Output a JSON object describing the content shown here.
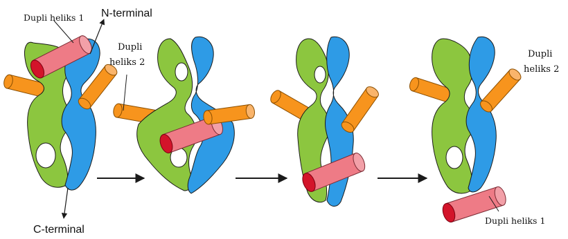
{
  "labels": {
    "helix1_top": "Dupli heliks 1",
    "n_terminal": "N-terminal",
    "helix2_a_line1": "Dupli",
    "helix2_a_line2": "heliks 2",
    "c_terminal": "C-terminal",
    "helix2_b_line1": "Dupli",
    "helix2_b_line2": "heliks 2",
    "helix1_bottom": "Dupli heliks 1"
  },
  "colors": {
    "green_subunit": "#8cc63f",
    "blue_subunit": "#2e9be6",
    "orange_helix": "#f7941d",
    "pink_helix": "#ee7b86",
    "red_helix_end": "#d3142a",
    "outline": "#1a1a1a",
    "arrow": "#1a1a1a",
    "background": "#ffffff"
  },
  "icons": {
    "step_arrow": "right-arrow-icon"
  }
}
